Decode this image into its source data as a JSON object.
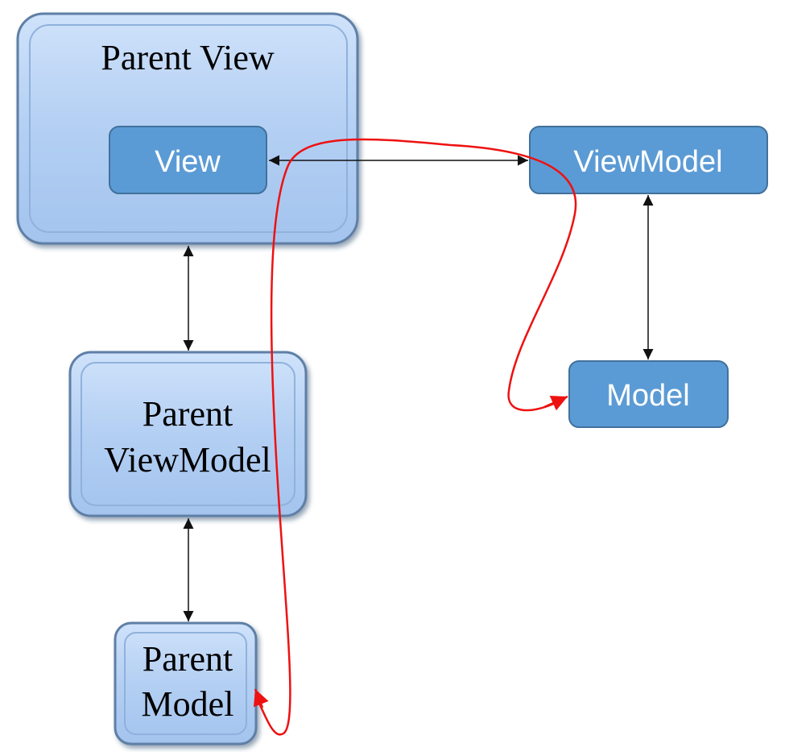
{
  "nodes": {
    "parent_view": "Parent View",
    "view": "View",
    "view_model": "ViewModel",
    "model": "Model",
    "parent_view_model": [
      "Parent",
      "ViewModel"
    ],
    "parent_model": [
      "Parent",
      "Model"
    ]
  },
  "colors": {
    "container_fill": "#b7d3f4",
    "container_border": "#5e7fa6",
    "box_fill": "#5b9bd5",
    "box_border": "#41719c",
    "arrow": "#111111",
    "highlight_path": "#ee1111"
  }
}
